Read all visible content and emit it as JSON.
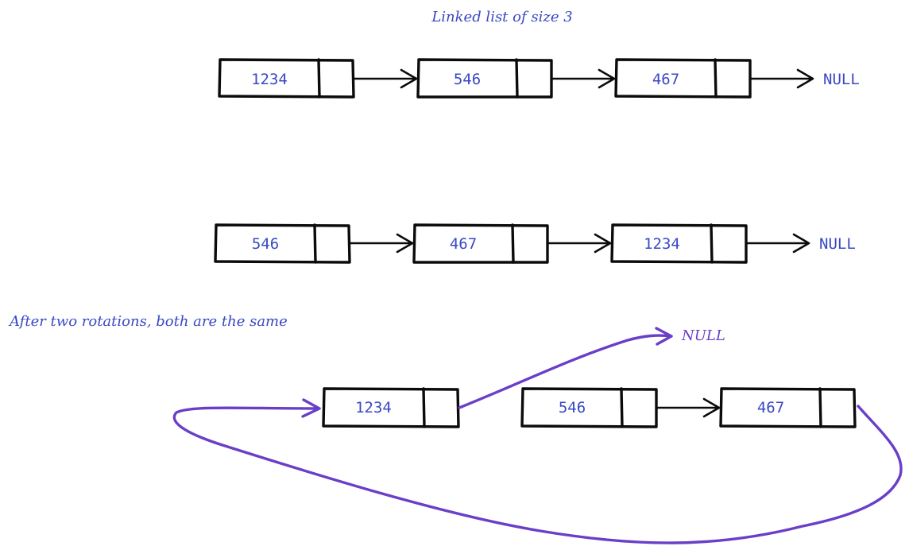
{
  "title": "Linked list of size 3",
  "caption": "After two rotations, both are the same",
  "colors": {
    "ink": "#0b0b0b",
    "text": "#3a48c4",
    "accent": "#6a3fc8"
  },
  "rows": [
    {
      "nodes": [
        {
          "value": "1234"
        },
        {
          "value": "546"
        },
        {
          "value": "467"
        }
      ],
      "terminal": "NULL"
    },
    {
      "nodes": [
        {
          "value": "546"
        },
        {
          "value": "467"
        },
        {
          "value": "1234"
        }
      ],
      "terminal": "NULL"
    }
  ],
  "rotated": {
    "nodes": [
      {
        "value": "1234"
      },
      {
        "value": "546"
      },
      {
        "value": "467"
      }
    ],
    "terminal": "NULL"
  }
}
